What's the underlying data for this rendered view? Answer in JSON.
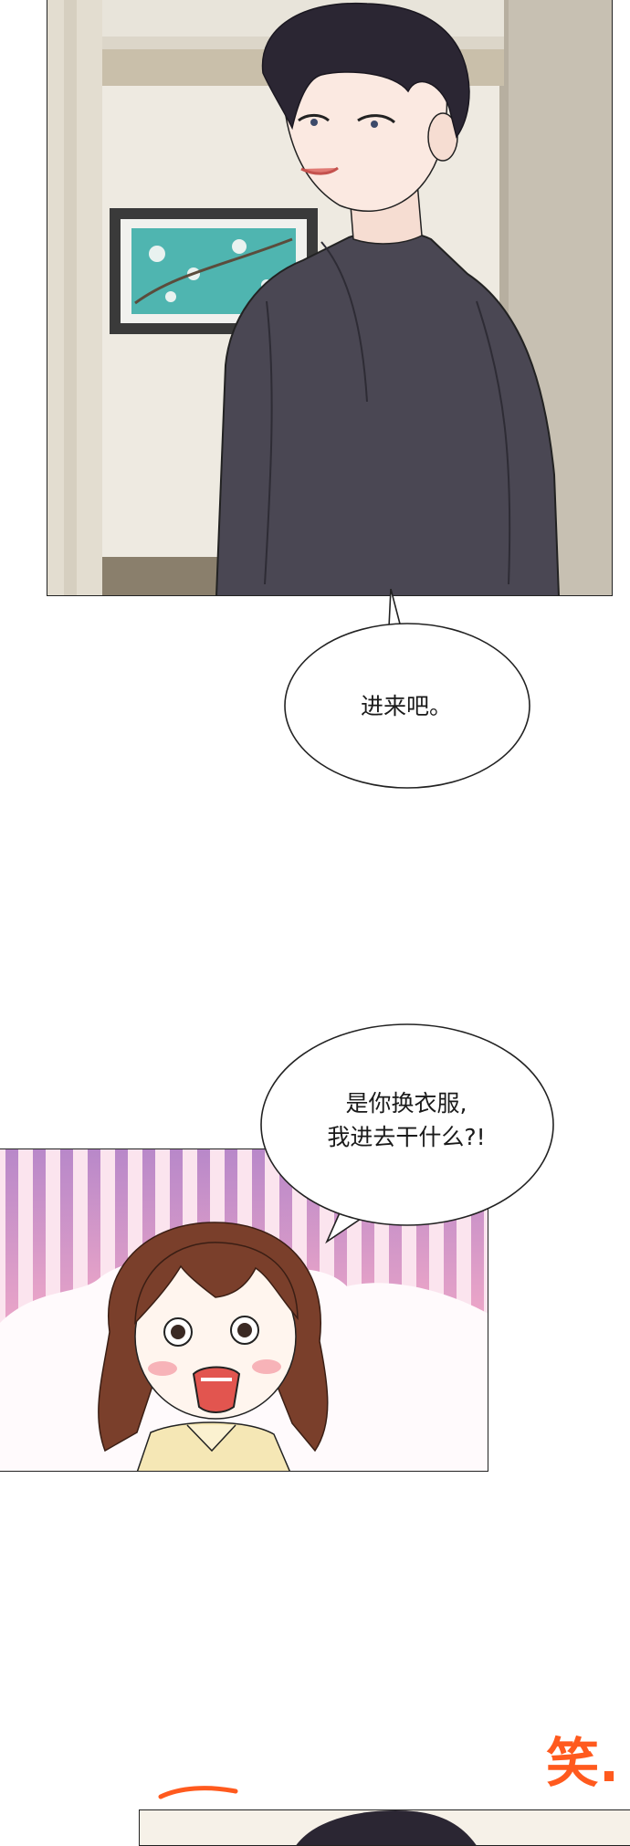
{
  "dialogue": {
    "bubble_1": "进来吧。",
    "bubble_2_line_1": "是你换衣服,",
    "bubble_2_line_2": "我进去干什么?!"
  },
  "sound_effect": {
    "text": "笑."
  },
  "colors": {
    "sfx": "#ff5a1e",
    "jacket": "#4a4753",
    "hair_man": "#2b2633",
    "hair_girl": "#7a3f2b",
    "stripes_pink": "#f2a9c8",
    "stripes_purple": "#b888c9",
    "outline": "#222222"
  }
}
